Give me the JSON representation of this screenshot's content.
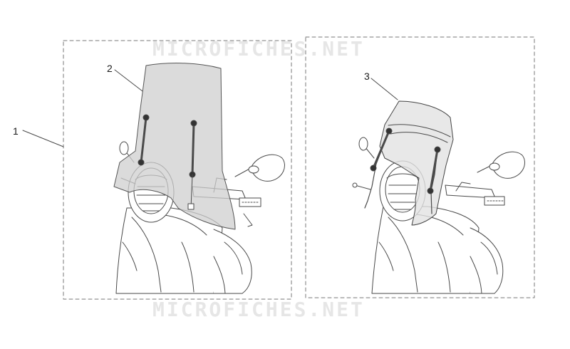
{
  "watermark": {
    "text": "MICROFICHES.NET"
  },
  "callouts": [
    {
      "id": "1",
      "label": "1"
    },
    {
      "id": "2",
      "label": "2"
    },
    {
      "id": "3",
      "label": "3"
    }
  ],
  "colors": {
    "line": "#4a4a4a",
    "dash": "#777777",
    "screen_tall_fill": "#cfcfcf",
    "screen_short_fill": "#e2e2e2",
    "watermark": "#e6e6e6"
  }
}
